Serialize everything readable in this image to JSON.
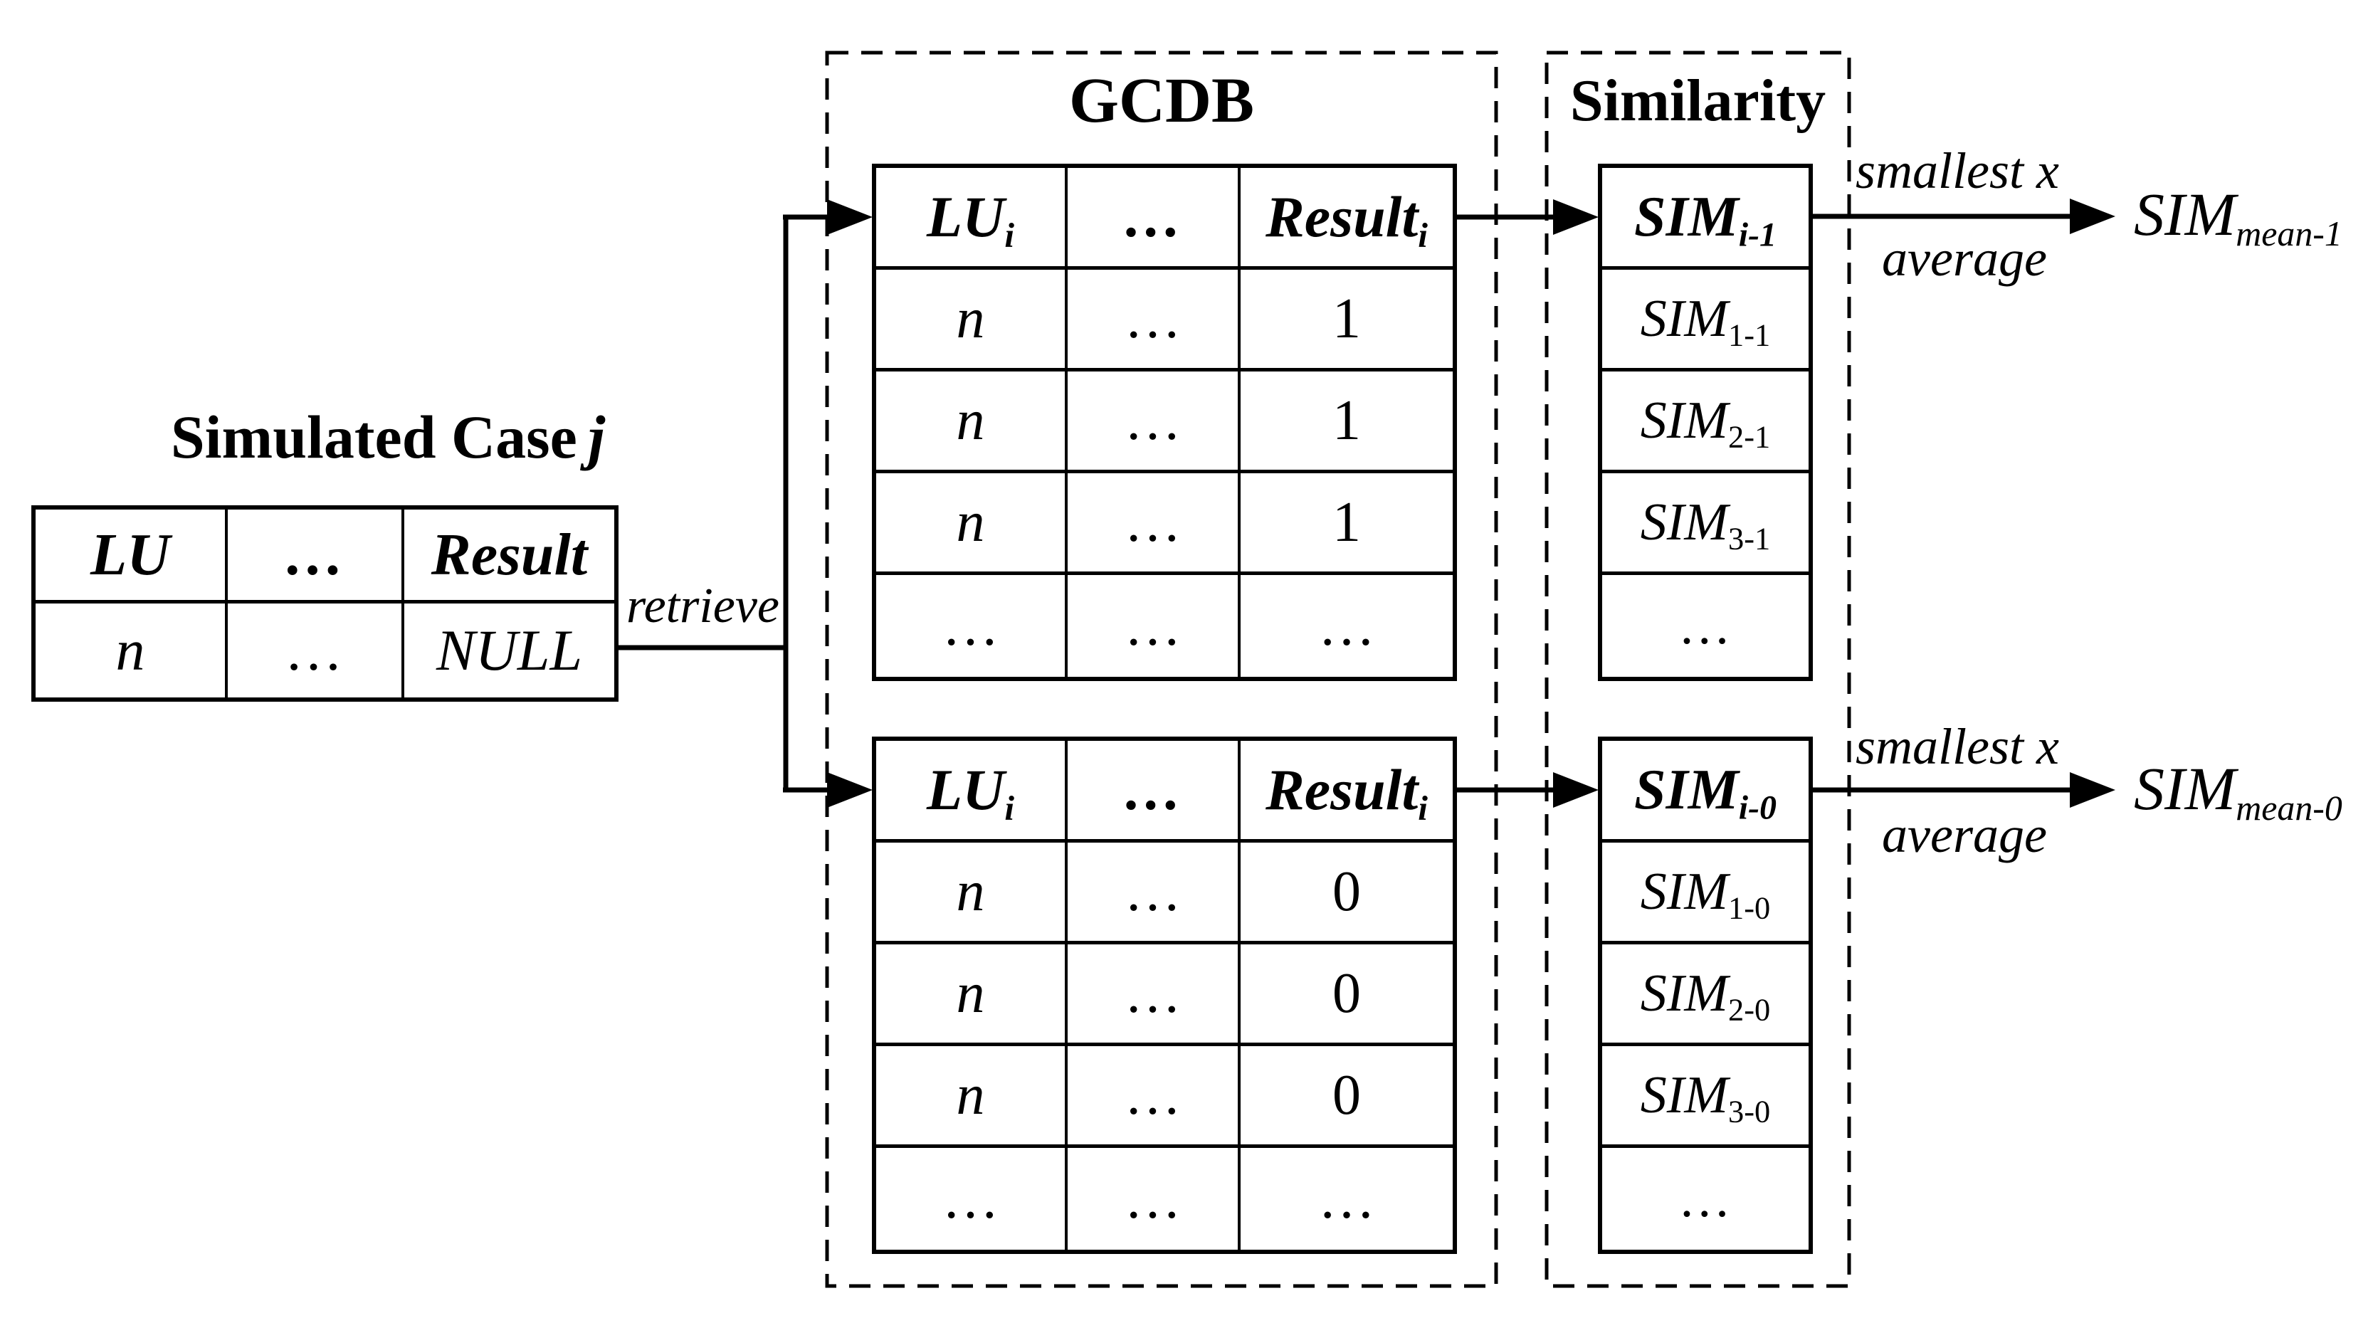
{
  "sim_case": {
    "title": {
      "main": "Simulated Case",
      "italic": "j"
    },
    "header": [
      "LU",
      "…",
      "Result"
    ],
    "row": [
      "n",
      "…",
      "NULL"
    ]
  },
  "labels": {
    "retrieve": "retrieve"
  },
  "gcdb": {
    "title": "GCDB",
    "table1": {
      "header": [
        {
          "base": "LU",
          "sub": "i"
        },
        {
          "base": "…",
          "sub": ""
        },
        {
          "base": "Result",
          "sub": "i"
        }
      ],
      "rows": [
        [
          "n",
          "…",
          "1"
        ],
        [
          "n",
          "…",
          "1"
        ],
        [
          "n",
          "…",
          "1"
        ],
        [
          "…",
          "…",
          "…"
        ]
      ]
    },
    "table0": {
      "header": [
        {
          "base": "LU",
          "sub": "i"
        },
        {
          "base": "…",
          "sub": ""
        },
        {
          "base": "Result",
          "sub": "i"
        }
      ],
      "rows": [
        [
          "n",
          "…",
          "0"
        ],
        [
          "n",
          "…",
          "0"
        ],
        [
          "n",
          "…",
          "0"
        ],
        [
          "…",
          "…",
          "…"
        ]
      ]
    }
  },
  "similarity": {
    "title": "Similarity",
    "col1": {
      "header": {
        "base": "SIM",
        "sub": "i-1"
      },
      "rows": [
        {
          "base": "SIM",
          "sub": "1-1"
        },
        {
          "base": "SIM",
          "sub": "2-1"
        },
        {
          "base": "SIM",
          "sub": "3-1"
        },
        {
          "base": "…",
          "sub": ""
        }
      ]
    },
    "col0": {
      "header": {
        "base": "SIM",
        "sub": "i-0"
      },
      "rows": [
        {
          "base": "SIM",
          "sub": "1-0"
        },
        {
          "base": "SIM",
          "sub": "2-0"
        },
        {
          "base": "SIM",
          "sub": "3-0"
        },
        {
          "base": "…",
          "sub": ""
        }
      ]
    }
  },
  "flow": {
    "top": {
      "above": "smallest x",
      "below": "average",
      "result": {
        "base": "SIM",
        "sub": "mean-1"
      }
    },
    "bottom": {
      "above": "smallest x",
      "below": "average",
      "result": {
        "base": "SIM",
        "sub": "mean-0"
      }
    }
  },
  "colors": {
    "ink": "#000000",
    "background": "#ffffff"
  }
}
